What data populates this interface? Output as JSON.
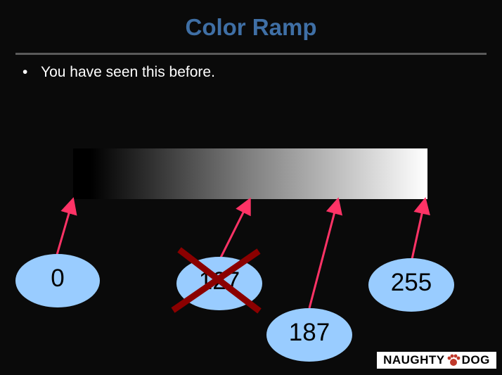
{
  "slide": {
    "title": "Color Ramp",
    "bullet": "You have seen this before."
  },
  "diagram": {
    "labels": [
      {
        "id": "label-0",
        "text": "0",
        "crossed": false
      },
      {
        "id": "label-127",
        "text": "127",
        "crossed": true
      },
      {
        "id": "label-187",
        "text": "187",
        "crossed": false
      },
      {
        "id": "label-255",
        "text": "255",
        "crossed": false
      }
    ]
  },
  "logo": {
    "left": "NAUGHTY",
    "right": "DOG"
  },
  "colors": {
    "title": "#3f6fa5",
    "ellipse": "#99ccff",
    "arrow": "#ff3366",
    "cross": "#8b0000"
  }
}
